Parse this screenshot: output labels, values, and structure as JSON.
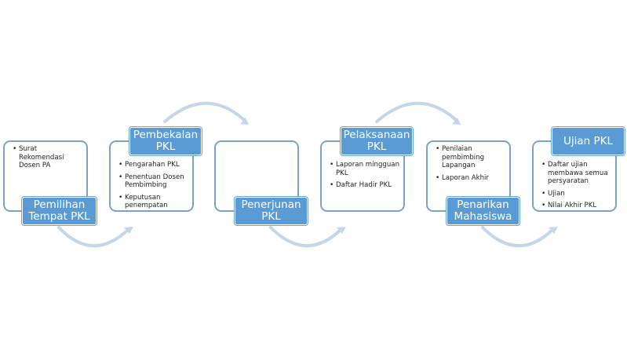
{
  "steps": [
    {
      "title": "Pemilihan Tempat PKL",
      "items": [
        "Surat Rekomendasi Dosen PA"
      ]
    },
    {
      "title": "Pembekalan PKL",
      "items": [
        "Pengarahan PKL",
        "Penentuan Dosen Pembimbing",
        "Keputusan penempatan"
      ]
    },
    {
      "title": "Penerjunan PKL",
      "items": []
    },
    {
      "title": "Pelaksanaan PKL",
      "items": [
        "Laporan mingguan PKL",
        "Daftar Hadir PKL"
      ]
    },
    {
      "title": "Penarikan Mahasiswa",
      "items": [
        "Penilaian pembimbing Lapangan",
        "Laporan Akhir"
      ]
    },
    {
      "title": "Ujian PKL",
      "items": [
        "Daftar ujian membawa semua persyaratan",
        "Ujian",
        "Nilai Akhir PKL"
      ]
    }
  ],
  "colors": {
    "label_fill": "#5b9bd5",
    "panel_border": "#7aa3c9",
    "arrow": "#c5d6e9"
  }
}
